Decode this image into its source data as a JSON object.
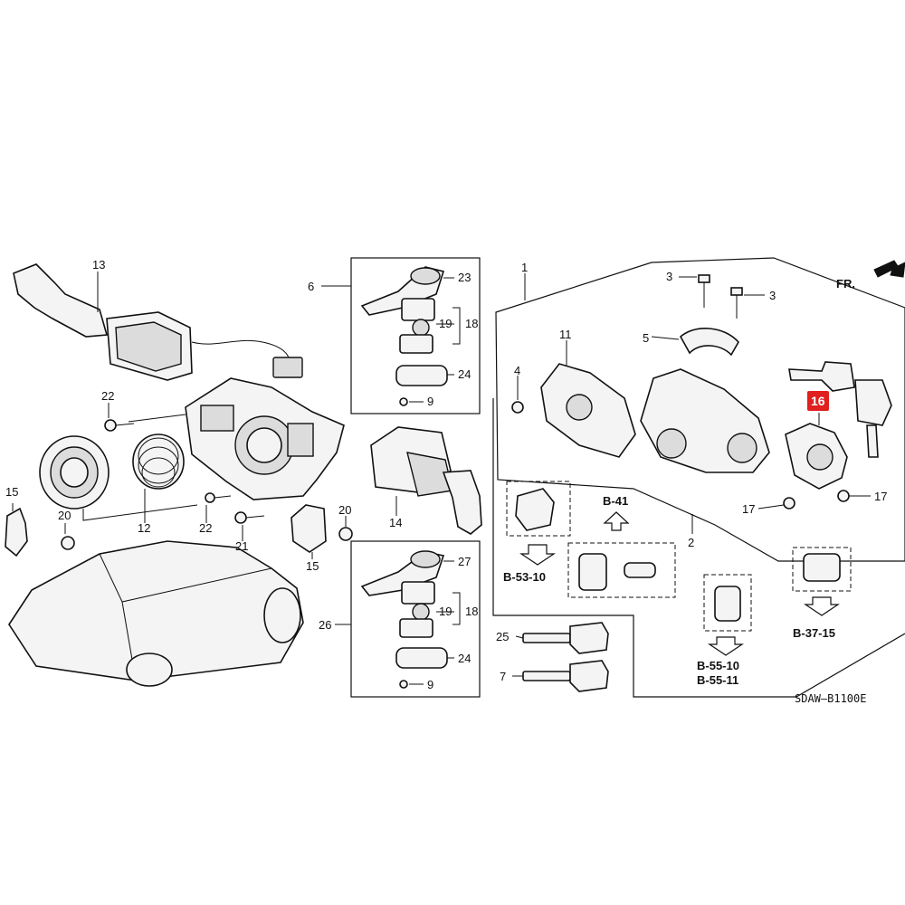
{
  "diagram": {
    "code": "SDAW—B1100E",
    "direction": "FR.",
    "highlight": {
      "label": "16",
      "color": "#e01f1f"
    },
    "labels": {
      "p1": "1",
      "p2": "2",
      "p3a": "3",
      "p3b": "3",
      "p4": "4",
      "p5": "5",
      "p6": "6",
      "p7": "7",
      "p9a": "9",
      "p9b": "9",
      "p11": "11",
      "p12": "12",
      "p13": "13",
      "p14": "14",
      "p15a": "15",
      "p15b": "15",
      "p17a": "17",
      "p17b": "17",
      "p18a": "18",
      "p18b": "18",
      "p19a": "19",
      "p19b": "19",
      "p20a": "20",
      "p20b": "20",
      "p21": "21",
      "p22a": "22",
      "p22b": "22",
      "p23": "23",
      "p24a": "24",
      "p24b": "24",
      "p25": "25",
      "p26": "26",
      "p27": "27"
    },
    "refs": {
      "b41": "B-41",
      "b5310": "B-53-10",
      "b5510": "B-55-10",
      "b5511": "B-55-11",
      "b3715": "B-37-15"
    }
  }
}
